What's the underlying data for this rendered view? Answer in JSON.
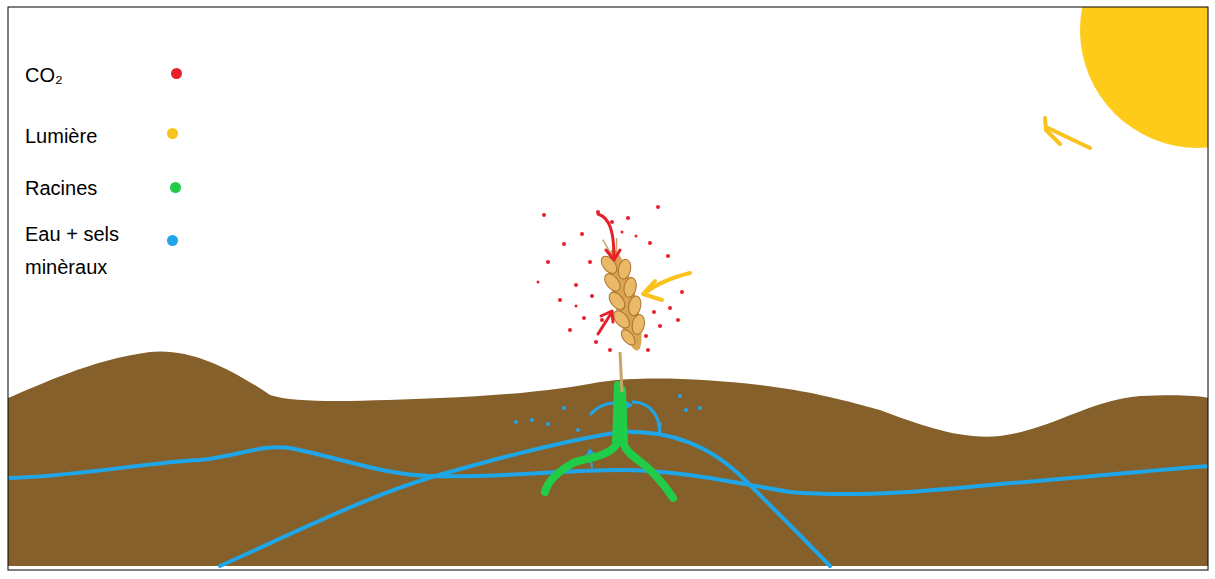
{
  "diagram": {
    "legend": [
      {
        "text": "CO₂",
        "color": "#e8202a"
      },
      {
        "text": "Lumière",
        "color": "#f9c21c"
      },
      {
        "text": "Racines",
        "color": "#20cc48"
      },
      {
        "text": "Eau + sels minèraux",
        "color": "#1ea6e8"
      }
    ]
  }
}
